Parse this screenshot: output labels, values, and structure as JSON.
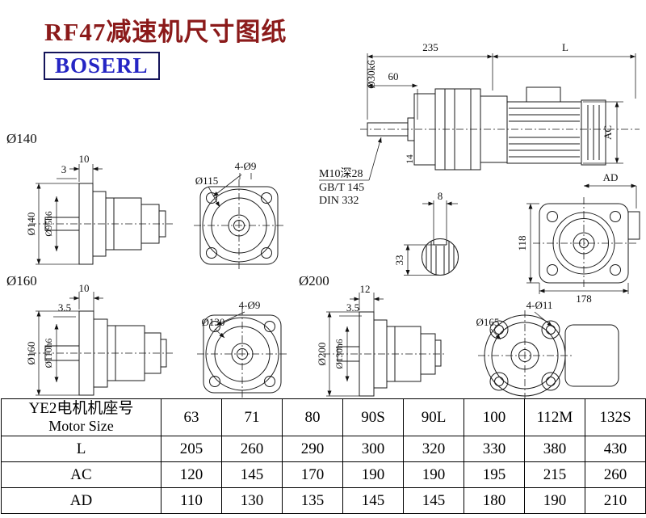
{
  "title": "RF47减速机尺寸图纸",
  "logo": "BOSERL",
  "colors": {
    "title_text": "#8b1a1a",
    "logo_text": "#2525c4",
    "logo_border": "#14145a"
  },
  "drawings": {
    "main": {
      "dim_235": "235",
      "dim_L": "L",
      "dim_60": "60",
      "shaft_dia": "Ø30k6",
      "dim_AC": "AC",
      "dim_AD": "AD",
      "dim_14": "14",
      "dim_8": "8",
      "dim_33": "33",
      "note1": "M10深28",
      "note2": "GB/T 145",
      "note3": "DIN 332"
    },
    "rear": {
      "dim_118": "118",
      "dim_178": "178"
    },
    "f140": {
      "title": "Ø140",
      "dim_10": "10",
      "dim_3": "3",
      "dia_outer": "Ø140",
      "dia_spigot": "Ø95h6"
    },
    "f140front": {
      "holes": "4-Ø9",
      "bolt_circle": "Ø115"
    },
    "f160": {
      "title": "Ø160",
      "dim_10": "10",
      "dim_35": "3.5",
      "dia_outer": "Ø160",
      "dia_spigot": "Ø110h6"
    },
    "f160front": {
      "holes": "4-Ø9",
      "bolt_circle": "Ø130"
    },
    "f200": {
      "title": "Ø200",
      "dim_12": "12",
      "dim_35": "3.5",
      "dia_outer": "Ø200",
      "dia_spigot": "Ø130h6"
    },
    "f200front": {
      "holes": "4-Ø11",
      "bolt_circle": "Ø165"
    }
  },
  "table": {
    "header_cn": "YE2电机机座号",
    "header_en": "Motor Size",
    "sizes": [
      "63",
      "71",
      "80",
      "90S",
      "90L",
      "100",
      "112M",
      "132S"
    ],
    "rows": [
      {
        "label": "L",
        "values": [
          "205",
          "260",
          "290",
          "300",
          "320",
          "330",
          "380",
          "430"
        ]
      },
      {
        "label": "AC",
        "values": [
          "120",
          "145",
          "170",
          "190",
          "190",
          "195",
          "215",
          "260"
        ]
      },
      {
        "label": "AD",
        "values": [
          "110",
          "130",
          "135",
          "145",
          "145",
          "180",
          "190",
          "210"
        ]
      }
    ]
  }
}
